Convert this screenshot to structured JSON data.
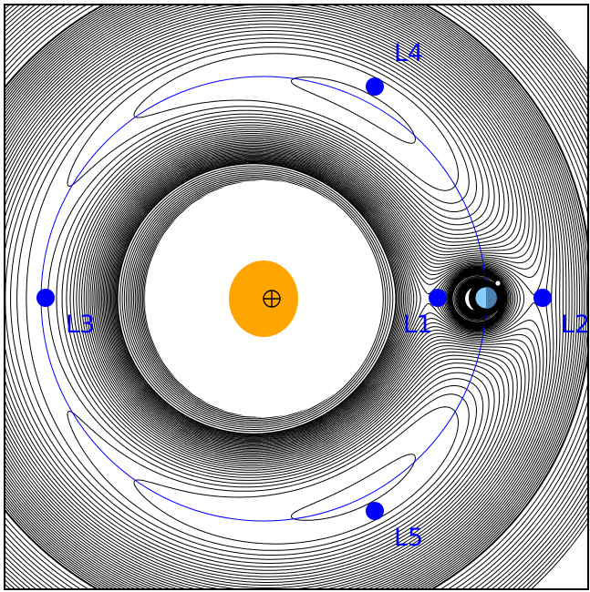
{
  "diagram": {
    "colors": {
      "background": "#ffffff",
      "frame": "#000000",
      "contours": "#000000",
      "orbit": "#0000ff",
      "lagrange_points": "#0000ff",
      "sun": "#ffa500",
      "planet": "#87cefa",
      "planet_ring": "#000000"
    },
    "central_body": {
      "name": "sun",
      "symbol": "⊕"
    },
    "orbiting_body": {
      "name": "planet"
    },
    "lagrange_points": [
      {
        "id": "L1",
        "label": "L1"
      },
      {
        "id": "L2",
        "label": "L2"
      },
      {
        "id": "L3",
        "label": "L3"
      },
      {
        "id": "L4",
        "label": "L4"
      },
      {
        "id": "L5",
        "label": "L5"
      }
    ]
  }
}
